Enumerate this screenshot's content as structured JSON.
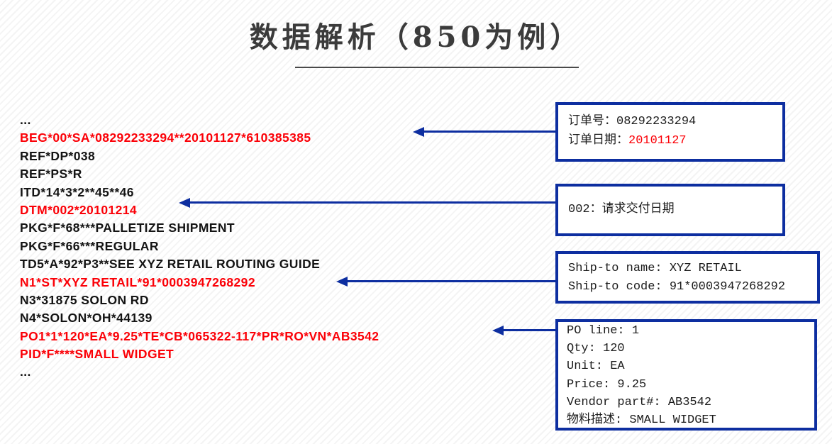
{
  "title": {
    "text": "数据解析（850为例）"
  },
  "colors": {
    "accent_blue": "#0d2ea0",
    "highlight_red": "#fb0007",
    "body_text": "#141414",
    "title_gray": "#3b3b3b"
  },
  "edi": {
    "lines": [
      {
        "text": "...",
        "color": "black"
      },
      {
        "text": "BEG*00*SA*08292233294**20101127*610385385",
        "color": "red"
      },
      {
        "text": "REF*DP*038",
        "color": "black"
      },
      {
        "text": "REF*PS*R",
        "color": "black"
      },
      {
        "text": "ITD*14*3*2**45**46",
        "color": "black"
      },
      {
        "text": "DTM*002*20101214",
        "color": "red"
      },
      {
        "text": "PKG*F*68***PALLETIZE SHIPMENT",
        "color": "black"
      },
      {
        "text": "PKG*F*66***REGULAR",
        "color": "black"
      },
      {
        "text": "TD5*A*92*P3**SEE XYZ RETAIL ROUTING GUIDE",
        "color": "black"
      },
      {
        "text": "N1*ST*XYZ RETAIL*91*0003947268292",
        "color": "red"
      },
      {
        "text": "N3*31875 SOLON RD",
        "color": "black"
      },
      {
        "text": "N4*SOLON*OH*44139",
        "color": "black"
      },
      {
        "text": "PO1*1*120*EA*9.25*TE*CB*065322-117*PR*RO*VN*AB3542",
        "color": "red"
      },
      {
        "text": "PID*F****SMALL WIDGET",
        "color": "red"
      },
      {
        "text": "...",
        "color": "black"
      }
    ]
  },
  "callouts": {
    "order": {
      "line1_label": "订单号：",
      "line1_value": "08292233294",
      "line1_value_color": "black",
      "line2_label": "订单日期：",
      "line2_value": "20101127",
      "line2_value_color": "red"
    },
    "delivery": {
      "line1_label": "002：",
      "line1_value": "请求交付日期",
      "line1_value_color": "black"
    },
    "shipto": {
      "line1_label": "Ship-to name: ",
      "line1_value": "XYZ RETAIL",
      "line1_value_color": "black",
      "line2_label": "Ship-to code: ",
      "line2_value": "91*0003947268292",
      "line2_value_color": "black"
    },
    "poline": {
      "line1_label": "PO line: ",
      "line1_value": "1",
      "line1_value_color": "black",
      "line2_label": "Qty: ",
      "line2_value": "120",
      "line2_value_color": "black",
      "line3_label": "Unit: ",
      "line3_value": "EA",
      "line3_value_color": "black",
      "line4_label": "Price: ",
      "line4_value": "9.25",
      "line4_value_color": "black",
      "line5_label": "Vendor part#: ",
      "line5_value": "AB3542",
      "line5_value_color": "black",
      "line6_label": "物料描述: ",
      "line6_value": "SMALL WIDGET",
      "line6_value_color": "black"
    }
  }
}
